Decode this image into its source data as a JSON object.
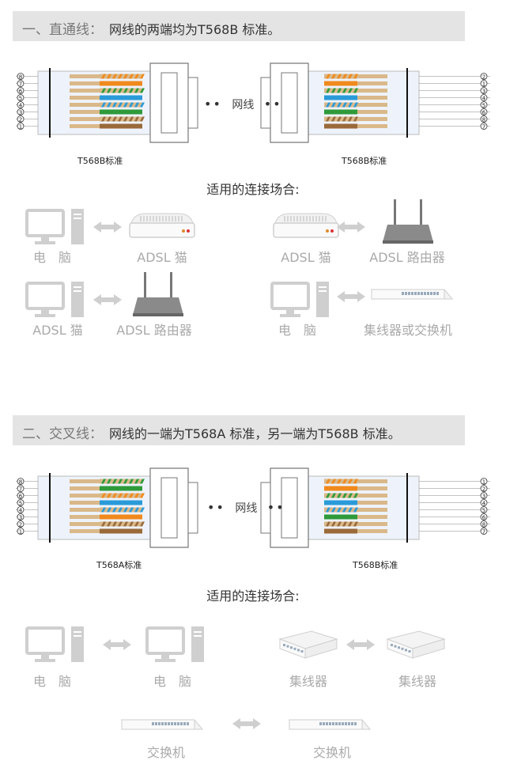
{
  "section1": {
    "num": "一、直通线：",
    "desc": "网线的两端均为T568B 标准。",
    "left_std": "T568B标准",
    "right_std": "T568B标准",
    "cable_word": "网线",
    "dots": "••",
    "usage_heading": "适用的连接场合:",
    "pairs": [
      {
        "left": "电　脑",
        "right": "ADSL 猫"
      },
      {
        "left": "ADSL 猫",
        "right": "ADSL 路由器"
      },
      {
        "left": "ADSL 猫",
        "right": "ADSL 路由器"
      },
      {
        "left": "电　脑",
        "right": "集线器或交换机"
      }
    ],
    "pins_left": [
      "8",
      "7",
      "6",
      "5",
      "4",
      "3",
      "2",
      "1"
    ],
    "pins_right": [
      "2",
      "1",
      "3",
      "4",
      "5",
      "6",
      "8",
      "7"
    ]
  },
  "section2": {
    "num": "二、交叉线：",
    "desc": "网线的一端为T568A 标准，另一端为T568B 标准。",
    "left_std": "T568A标准",
    "right_std": "T568B标准",
    "cable_word": "网线",
    "dots": "••",
    "usage_heading": "适用的连接场合:",
    "pairs": [
      {
        "left": "电　脑",
        "right": "电　脑"
      },
      {
        "left": "集线器",
        "right": "集线器"
      },
      {
        "left": "交换机",
        "right": "交换机"
      }
    ],
    "pins_left": [
      "8",
      "7",
      "6",
      "5",
      "4",
      "3",
      "2",
      "1"
    ],
    "pins_right": [
      "1",
      "2",
      "3",
      "4",
      "5",
      "6",
      "8",
      "7"
    ]
  },
  "colors": {
    "orange": "#f08a1c",
    "green": "#2f9a3a",
    "blue": "#2a9ad8",
    "brown": "#9a6a3a",
    "tan": "#d9b889",
    "device": "#cfcfcf"
  },
  "icons": [
    "computer-icon",
    "adsl-modem-icon",
    "router-icon",
    "switch-icon",
    "hub-icon",
    "double-arrow-icon"
  ]
}
